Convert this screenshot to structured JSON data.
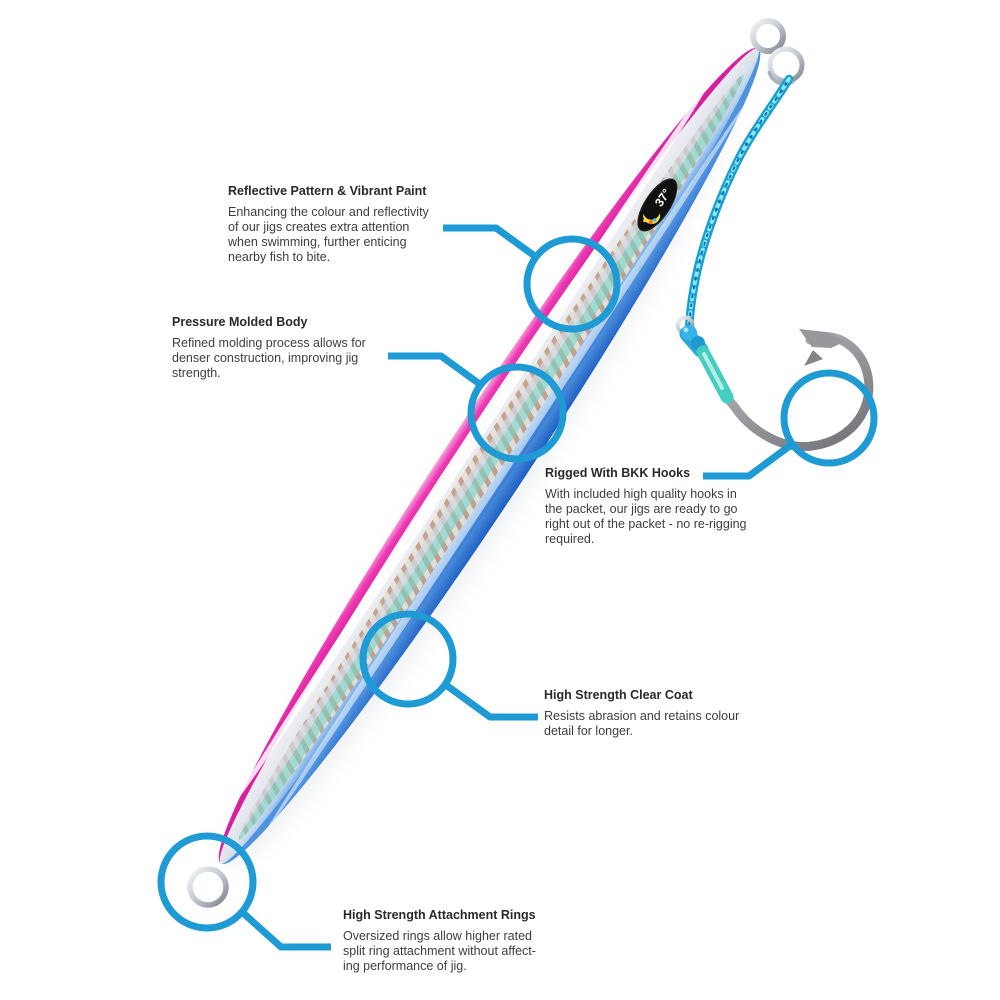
{
  "figure": {
    "type": "product-callout-diagram",
    "subject": "Slow-pitch fishing jig with assist cord and hook",
    "background": "#ffffff",
    "accent_color": "#1e9ad4",
    "decal_text": "37°"
  },
  "product_colors": {
    "pink_stripe": "#ee2eb2",
    "blue_edge": "#2166c8",
    "holo_band_tan": "#c19e86",
    "holo_band_teal": "#6fd4c9",
    "cord_blue": "#1aa6d4",
    "hook_silver": "#9b9c9e"
  },
  "callouts": [
    {
      "title": "Reflective Pattern & Vibrant Paint",
      "body": "Enhancing the colour and reflectivity\nof our jigs creates extra attention\nwhen swimming, further enticing\nnearby fish to bite."
    },
    {
      "title": "Pressure Molded Body",
      "body": "Refined molding process allows for\ndenser construction, improving jig\nstrength."
    },
    {
      "title": "Rigged With BKK Hooks",
      "body": "With included high quality hooks in\nthe packet, our jigs are ready to go\nright out of the packet - no re-rigging\nrequired."
    },
    {
      "title": "High Strength Clear Coat",
      "body": "Resists abrasion and retains colour\ndetail for longer."
    },
    {
      "title": "High Strength Attachment Rings",
      "body": "Oversized rings allow higher rated\nsplit ring attachment without affect-\ning performance of jig."
    }
  ]
}
